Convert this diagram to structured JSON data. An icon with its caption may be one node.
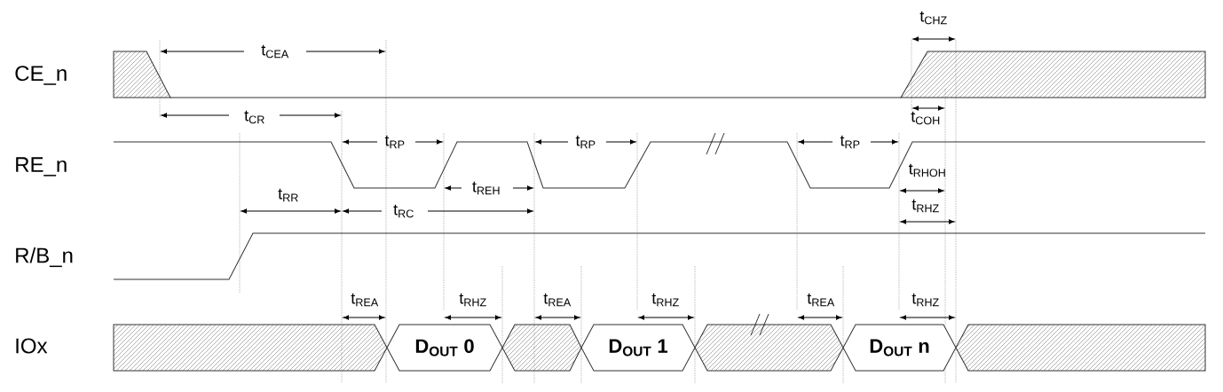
{
  "diagram": {
    "nodes": [
      {
        "text": [
          "D$_{OUT}$ 0"
        ]
      },
      {
        "text": [
          "D$_{OUT}$ 1"
        ]
      },
      {
        "text": [
          "D$_{OUT}$ n"
        ]
      }
    ],
    "labels": [
      "t$_{CHZ}$",
      "t$_{CEA}$",
      "CE_n",
      "t$_{CR}$",
      "t$_{COH}$",
      "t$_{RP}$",
      "t$_{RP}$",
      "t$_{RP}$",
      "RE_n",
      "t$_{RHOH}$",
      "t$_{REH}$",
      "t$_{RR}$",
      "t$_{RC}$",
      "t$_{RHZ}$",
      "R/B_n",
      "t$_{REA}$",
      "t$_{RHZ}$",
      "t$_{REA}$",
      "t$_{RHZ}$",
      "t$_{REA}$",
      "t$_{RHZ}$",
      "IOx"
    ]
  }
}
